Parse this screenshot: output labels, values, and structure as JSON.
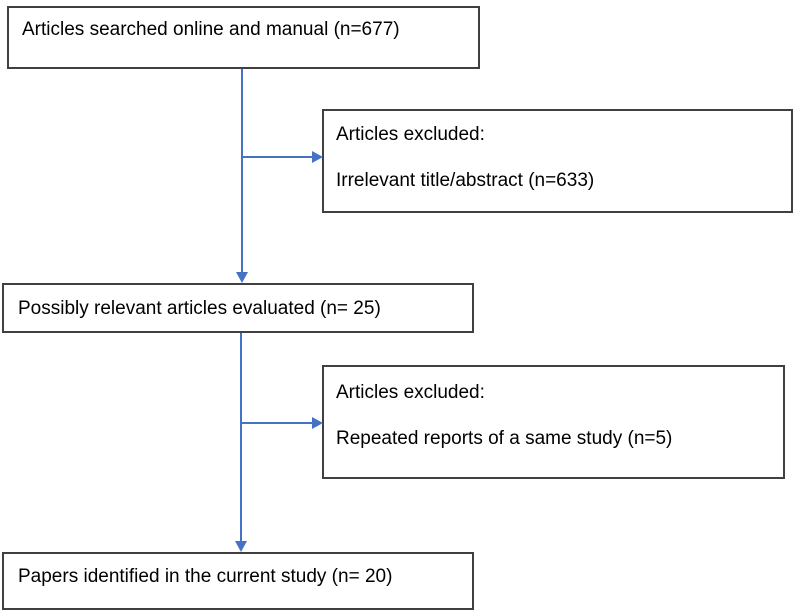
{
  "figure": {
    "type": "study-selection-flowchart",
    "boxes": {
      "searched": {
        "text": "Articles searched online and manual (n=677)"
      },
      "excluded_title_abstract": {
        "line1": "Articles excluded:",
        "line2": "Irrelevant title/abstract (n=633)"
      },
      "evaluated": {
        "text": "Possibly relevant articles evaluated (n= 25)"
      },
      "excluded_repeated": {
        "line1": "Articles excluded:",
        "line2": "Repeated reports of a same study (n=5)"
      },
      "identified": {
        "text": "Papers identified in the current study (n= 20)"
      }
    },
    "colors": {
      "arrow": "#4472C4",
      "box_border": "#404040",
      "text": "#000000",
      "background": "#FFFFFF"
    }
  }
}
